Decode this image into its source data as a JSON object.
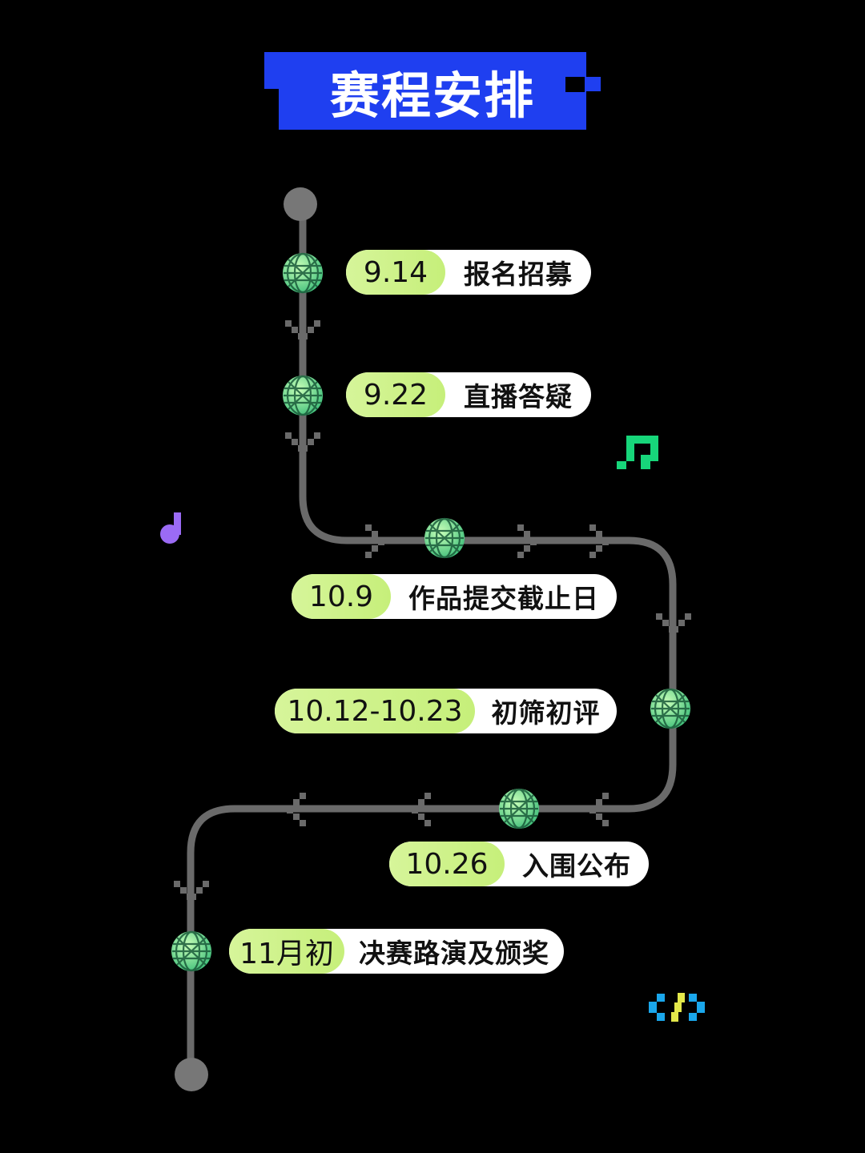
{
  "title": "赛程安排",
  "colors": {
    "background": "#000000",
    "banner": "#1f3ff0",
    "route": "#6a6a6a",
    "pill_date": "#cdf283",
    "pill_label_bg": "#ffffff",
    "globe": "#8cf08a",
    "accent_green": "#17d67a",
    "accent_purple": "#9b6bf5",
    "accent_cyan": "#1aa7ec",
    "accent_yellow": "#e3e84a"
  },
  "milestones": [
    {
      "date": "9.14",
      "label": "报名招募",
      "icon": "globe-icon"
    },
    {
      "date": "9.22",
      "label": "直播答疑",
      "icon": "globe-icon"
    },
    {
      "date": "10.9",
      "label": "作品提交截止日",
      "icon": "globe-icon"
    },
    {
      "date": "10.12-10.23",
      "label": "初筛初评",
      "icon": "globe-icon"
    },
    {
      "date": "10.26",
      "label": "入围公布",
      "icon": "globe-icon"
    },
    {
      "date": "11月初",
      "label": "决赛路演及颁奖",
      "icon": "globe-icon"
    }
  ],
  "decorations": [
    "music-note-green-icon",
    "music-note-purple-icon",
    "code-brackets-icon"
  ]
}
